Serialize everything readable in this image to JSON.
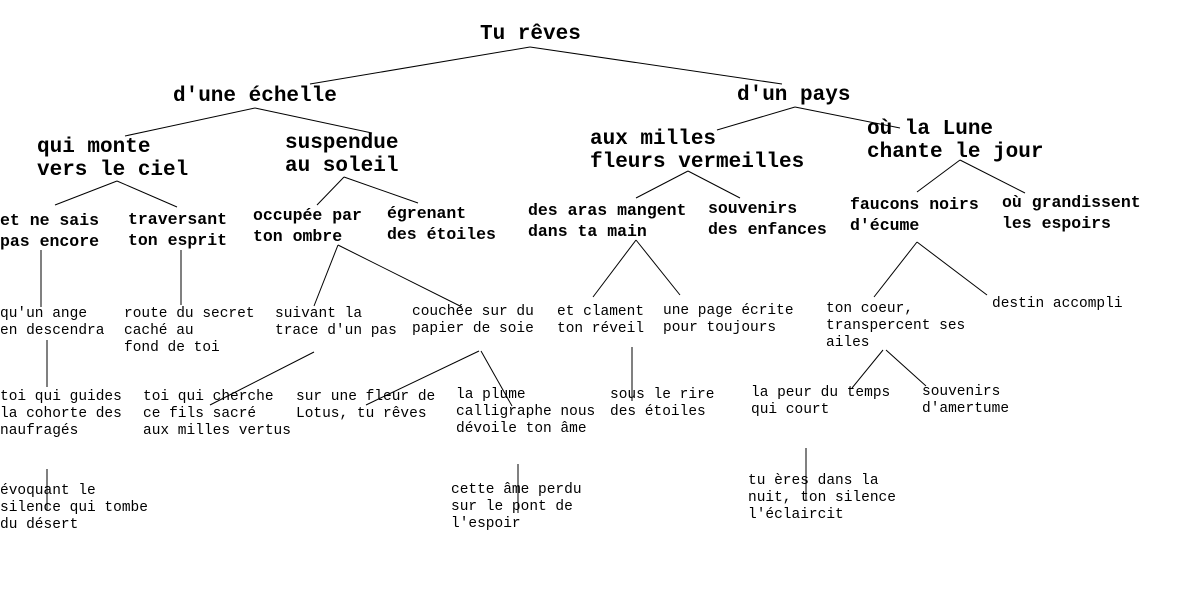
{
  "title": "Tu rêves",
  "level1": [
    "d'une échelle",
    "d'un pays"
  ],
  "level2": [
    "qui monte\nvers le ciel",
    "suspendue\nau soleil",
    "aux milles\nfleurs vermeilles",
    "où la Lune\nchante le jour"
  ],
  "level3": [
    "et ne sais\npas encore",
    "traversant\nton esprit",
    "occupée par\nton ombre",
    "égrenant\ndes étoiles",
    "des aras mangent\ndans ta main",
    "souvenirs\ndes enfances",
    "faucons noirs\nd'écume",
    "où grandissent\nles espoirs"
  ],
  "level4": [
    "qu'un ange\nen descendra",
    "route du secret\ncaché au\nfond de toi",
    "suivant la\ntrace d'un pas",
    "couchée sur du\npapier de soie",
    "et clament\nton réveil",
    "une page écrite\npour toujours",
    "ton coeur,\ntranspercent ses\nailes",
    "destin accompli"
  ],
  "level5": [
    "toi qui guides\nla cohorte des\nnaufragés",
    "toi qui cherche\nce fils sacré\naux milles vertus",
    "sur une fleur de\nLotus, tu rêves",
    "la plume\ncalligraphe nous\ndévoile ton âme",
    "sous le rire\ndes étoiles",
    "la peur du temps\nqui court",
    "souvenirs\nd'amertume"
  ],
  "level6": [
    "évoquant le\nsilence qui tombe\ndu désert",
    "cette âme perdu\nsur le pont de\nl'espoir",
    "tu ères dans la\nnuit, ton silence\nl'éclaircit"
  ]
}
